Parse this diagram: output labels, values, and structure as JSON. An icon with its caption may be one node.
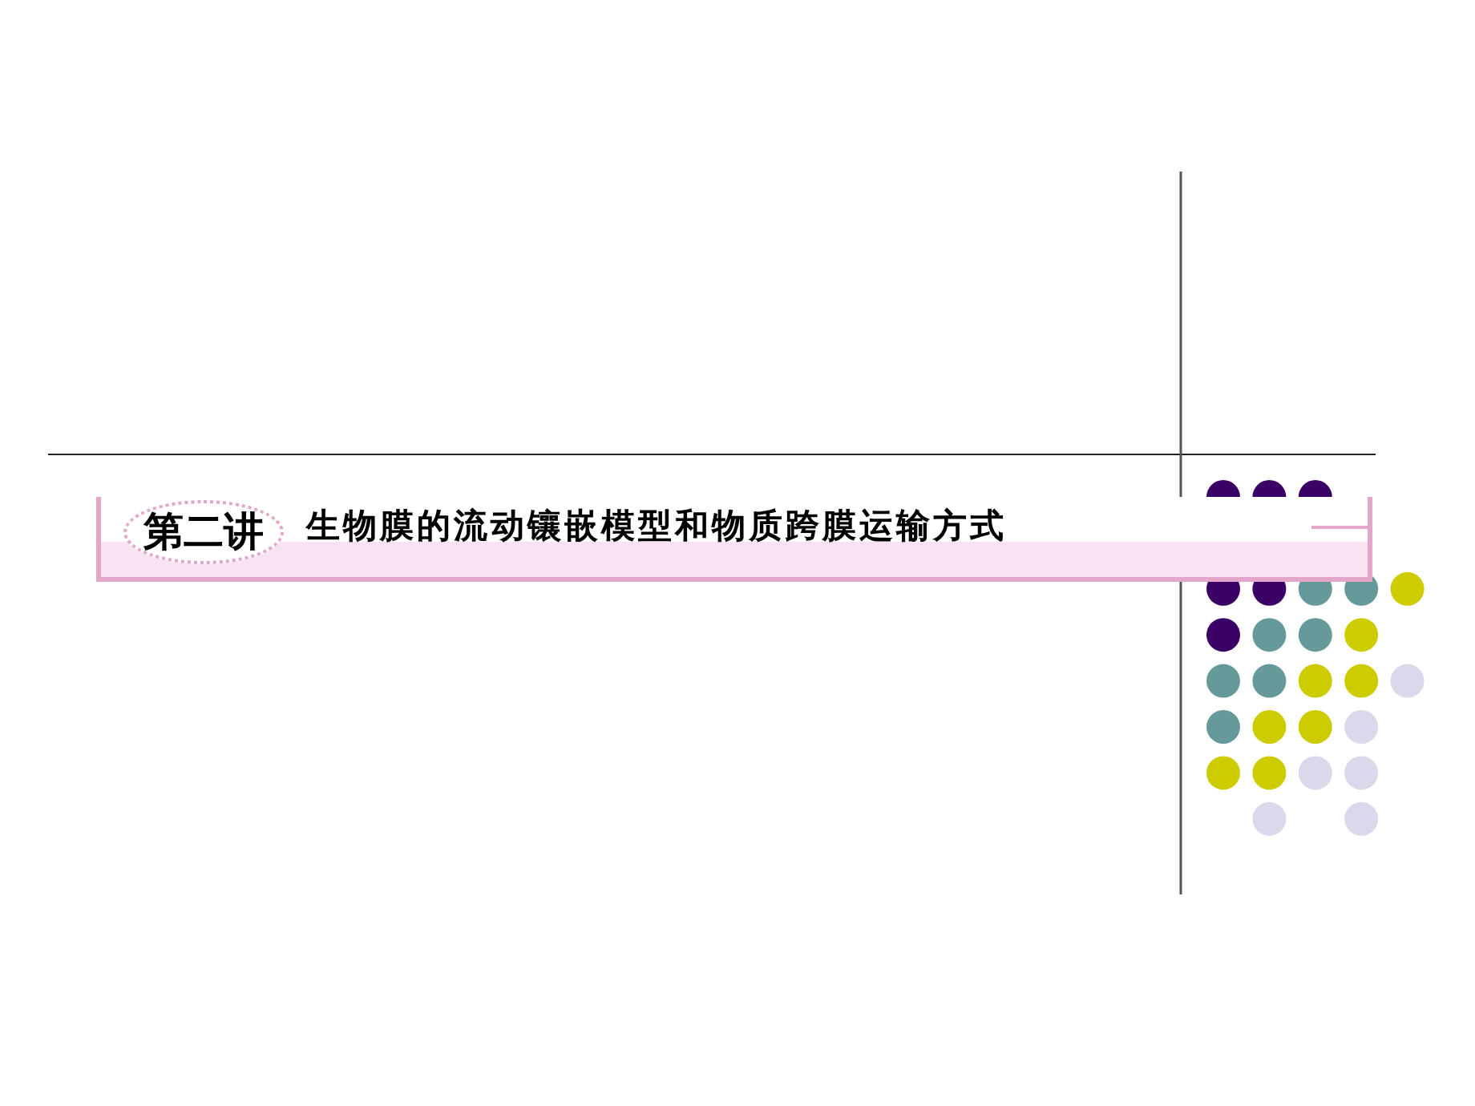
{
  "diagram": {
    "nodes": [
      {
        "text": [
          "生物膜的流动镶嵌模型和物质跨膜运输方式"
        ]
      },
      {
        "text": [
          "第二讲"
        ],
        "in": 0
      }
    ]
  }
}
